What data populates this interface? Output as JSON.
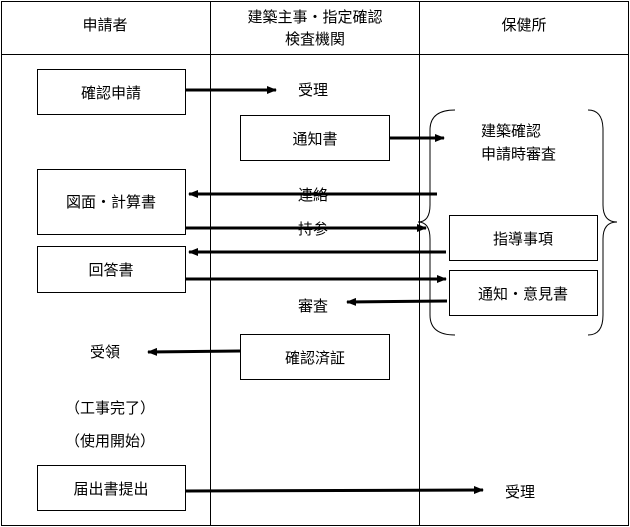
{
  "columns": {
    "applicant": "申請者",
    "agency_line1": "建築主事・指定確認",
    "agency_line2": "検査機関",
    "health_center": "保健所"
  },
  "boxes": {
    "confirm_application": "確認申請",
    "notice": "通知書",
    "drawings": "図面・計算書",
    "answer": "回答書",
    "guidance": "指導事項",
    "notice_opinion": "通知・意見書",
    "certificate": "確認済証",
    "notification_submit": "届出書提出"
  },
  "labels": {
    "receipt_1": "受理",
    "contact": "連絡",
    "bring": "持参",
    "review": "審査",
    "acceptance": "受領",
    "construction_done": "（工事完了）",
    "start_use": "（使用開始）",
    "receipt_2": "受理"
  },
  "brace_text": {
    "line1": "建築確認",
    "line2": "申請時審査"
  }
}
